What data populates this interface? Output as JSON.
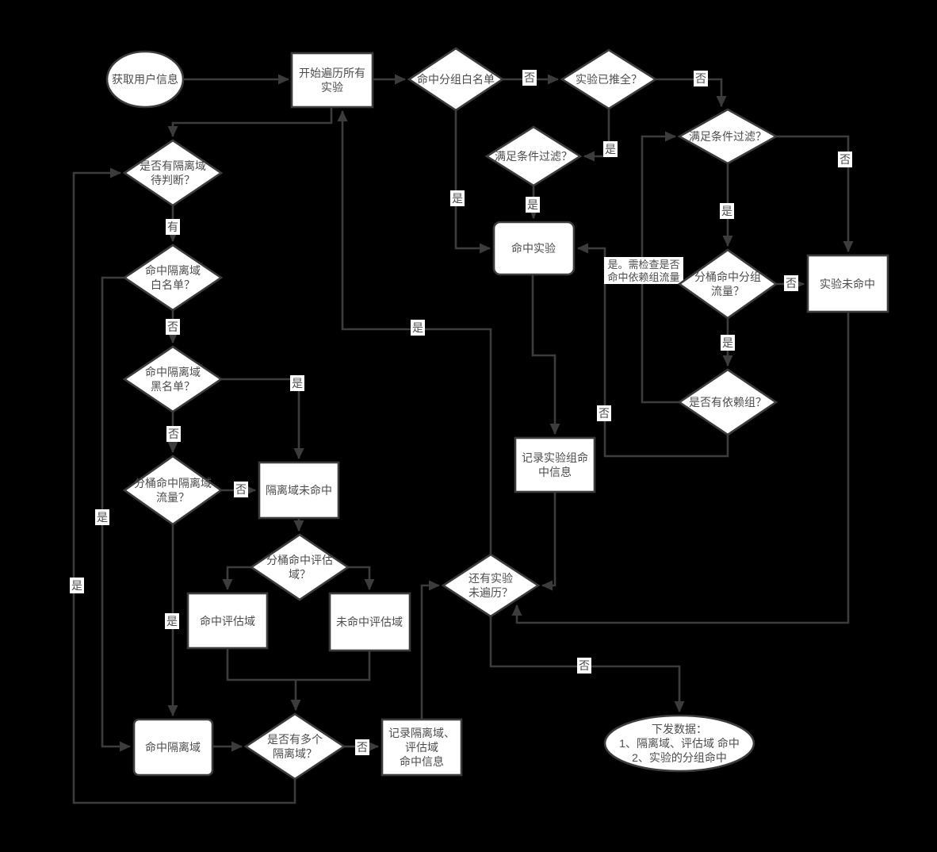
{
  "diagram": {
    "type": "flowchart",
    "colors": {
      "background": "#000000",
      "line": "#3c3c3c",
      "shape_fill": "#ffffff",
      "text": "#4d4d4d"
    },
    "nodes": {
      "get_user_info": {
        "type": "ellipse",
        "label": "获取用户信息"
      },
      "start_iterate": {
        "type": "process",
        "label": "开始遍历所有\n实验"
      },
      "hit_group_whitelist": {
        "type": "decision",
        "label": "命中分组白名单"
      },
      "experiment_fully_rolled": {
        "type": "decision",
        "label": "实验已推全？"
      },
      "condition_filter_left": {
        "type": "decision",
        "label": "满足条件过滤？"
      },
      "condition_filter_right": {
        "type": "decision",
        "label": "满足条件过滤？"
      },
      "hit_experiment": {
        "type": "process",
        "label": "命中实验"
      },
      "bucket_hit_group_traffic": {
        "type": "decision",
        "label": "分桶命中分组\n流量？"
      },
      "experiment_not_hit": {
        "type": "process",
        "label": "实验未命中"
      },
      "has_dependent_group": {
        "type": "decision",
        "label": "是否有依赖组？"
      },
      "has_isolation_pending": {
        "type": "decision",
        "label": "是否有隔离域\n待判断？"
      },
      "hit_isolation_whitelist": {
        "type": "decision",
        "label": "命中隔离域\n白名单？"
      },
      "hit_isolation_blacklist": {
        "type": "decision",
        "label": "命中隔离域\n黑名单？"
      },
      "bucket_hit_isolation_traffic": {
        "type": "decision",
        "label": "分桶命中隔离域\n流量？"
      },
      "isolation_not_hit": {
        "type": "process",
        "label": "隔离域未命中"
      },
      "bucket_hit_evaluation": {
        "type": "decision",
        "label": "分桶命中评估\n域？"
      },
      "hit_evaluation": {
        "type": "process",
        "label": "命中评估域"
      },
      "not_hit_evaluation": {
        "type": "process",
        "label": "未命中评估域"
      },
      "hit_isolation": {
        "type": "process",
        "label": "命中隔离域"
      },
      "multiple_isolation": {
        "type": "decision",
        "label": "是否有多个\n隔离域？"
      },
      "record_isolation_info": {
        "type": "process",
        "label": "记录隔离域、\n评估域\n命中信息"
      },
      "more_experiments": {
        "type": "decision",
        "label": "还有实验\n未遍历？"
      },
      "record_group_info": {
        "type": "process",
        "label": "记录实验组命\n中信息"
      },
      "output_data": {
        "type": "ellipse",
        "label": "下发数据：\n1、隔离域、评估域 命中\n2、实验的分组命中"
      }
    },
    "edges": [
      {
        "from": "get_user_info",
        "to": "start_iterate",
        "label": ""
      },
      {
        "from": "start_iterate",
        "to": "hit_group_whitelist",
        "label": ""
      },
      {
        "from": "hit_group_whitelist",
        "to": "experiment_fully_rolled",
        "label": "否"
      },
      {
        "from": "hit_group_whitelist",
        "to": "hit_experiment",
        "label": "是"
      },
      {
        "from": "experiment_fully_rolled",
        "to": "condition_filter_right",
        "label": "否"
      },
      {
        "from": "experiment_fully_rolled",
        "to": "condition_filter_left",
        "label": "是"
      },
      {
        "from": "condition_filter_left",
        "to": "hit_experiment",
        "label": "是"
      },
      {
        "from": "condition_filter_right",
        "to": "experiment_not_hit",
        "label": "否"
      },
      {
        "from": "condition_filter_right",
        "to": "bucket_hit_group_traffic",
        "label": "是"
      },
      {
        "from": "bucket_hit_group_traffic",
        "to": "experiment_not_hit",
        "label": "否"
      },
      {
        "from": "bucket_hit_group_traffic",
        "to": "has_dependent_group",
        "label": "是"
      },
      {
        "from": "has_dependent_group",
        "to": "condition_filter_right",
        "label": "是。需检查是否\n命中依赖组流量"
      },
      {
        "from": "has_dependent_group",
        "to": "hit_experiment",
        "label": "否"
      },
      {
        "from": "hit_experiment",
        "to": "record_group_info",
        "label": ""
      },
      {
        "from": "record_group_info",
        "to": "more_experiments",
        "label": ""
      },
      {
        "from": "experiment_not_hit",
        "to": "more_experiments",
        "label": ""
      },
      {
        "from": "start_iterate",
        "to": "has_isolation_pending",
        "label": ""
      },
      {
        "from": "has_isolation_pending",
        "to": "hit_isolation_whitelist",
        "label": "有"
      },
      {
        "from": "hit_isolation_whitelist",
        "to": "hit_isolation_blacklist",
        "label": "否"
      },
      {
        "from": "hit_isolation_whitelist",
        "to": "hit_isolation",
        "label": "是"
      },
      {
        "from": "hit_isolation_blacklist",
        "to": "isolation_not_hit",
        "label": "是"
      },
      {
        "from": "hit_isolation_blacklist",
        "to": "bucket_hit_isolation_traffic",
        "label": "否"
      },
      {
        "from": "bucket_hit_isolation_traffic",
        "to": "isolation_not_hit",
        "label": "否"
      },
      {
        "from": "bucket_hit_isolation_traffic",
        "to": "hit_isolation",
        "label": "是"
      },
      {
        "from": "isolation_not_hit",
        "to": "bucket_hit_evaluation",
        "label": ""
      },
      {
        "from": "bucket_hit_evaluation",
        "to": "hit_evaluation",
        "label": ""
      },
      {
        "from": "bucket_hit_evaluation",
        "to": "not_hit_evaluation",
        "label": ""
      },
      {
        "from": "hit_evaluation",
        "to": "multiple_isolation",
        "label": ""
      },
      {
        "from": "not_hit_evaluation",
        "to": "multiple_isolation",
        "label": ""
      },
      {
        "from": "hit_isolation",
        "to": "multiple_isolation",
        "label": ""
      },
      {
        "from": "multiple_isolation",
        "to": "record_isolation_info",
        "label": "否"
      },
      {
        "from": "multiple_isolation",
        "to": "has_isolation_pending",
        "label": "是"
      },
      {
        "from": "record_isolation_info",
        "to": "more_experiments",
        "label": ""
      },
      {
        "from": "more_experiments",
        "to": "start_iterate",
        "label": "是"
      },
      {
        "from": "more_experiments",
        "to": "output_data",
        "label": "否"
      }
    ]
  }
}
